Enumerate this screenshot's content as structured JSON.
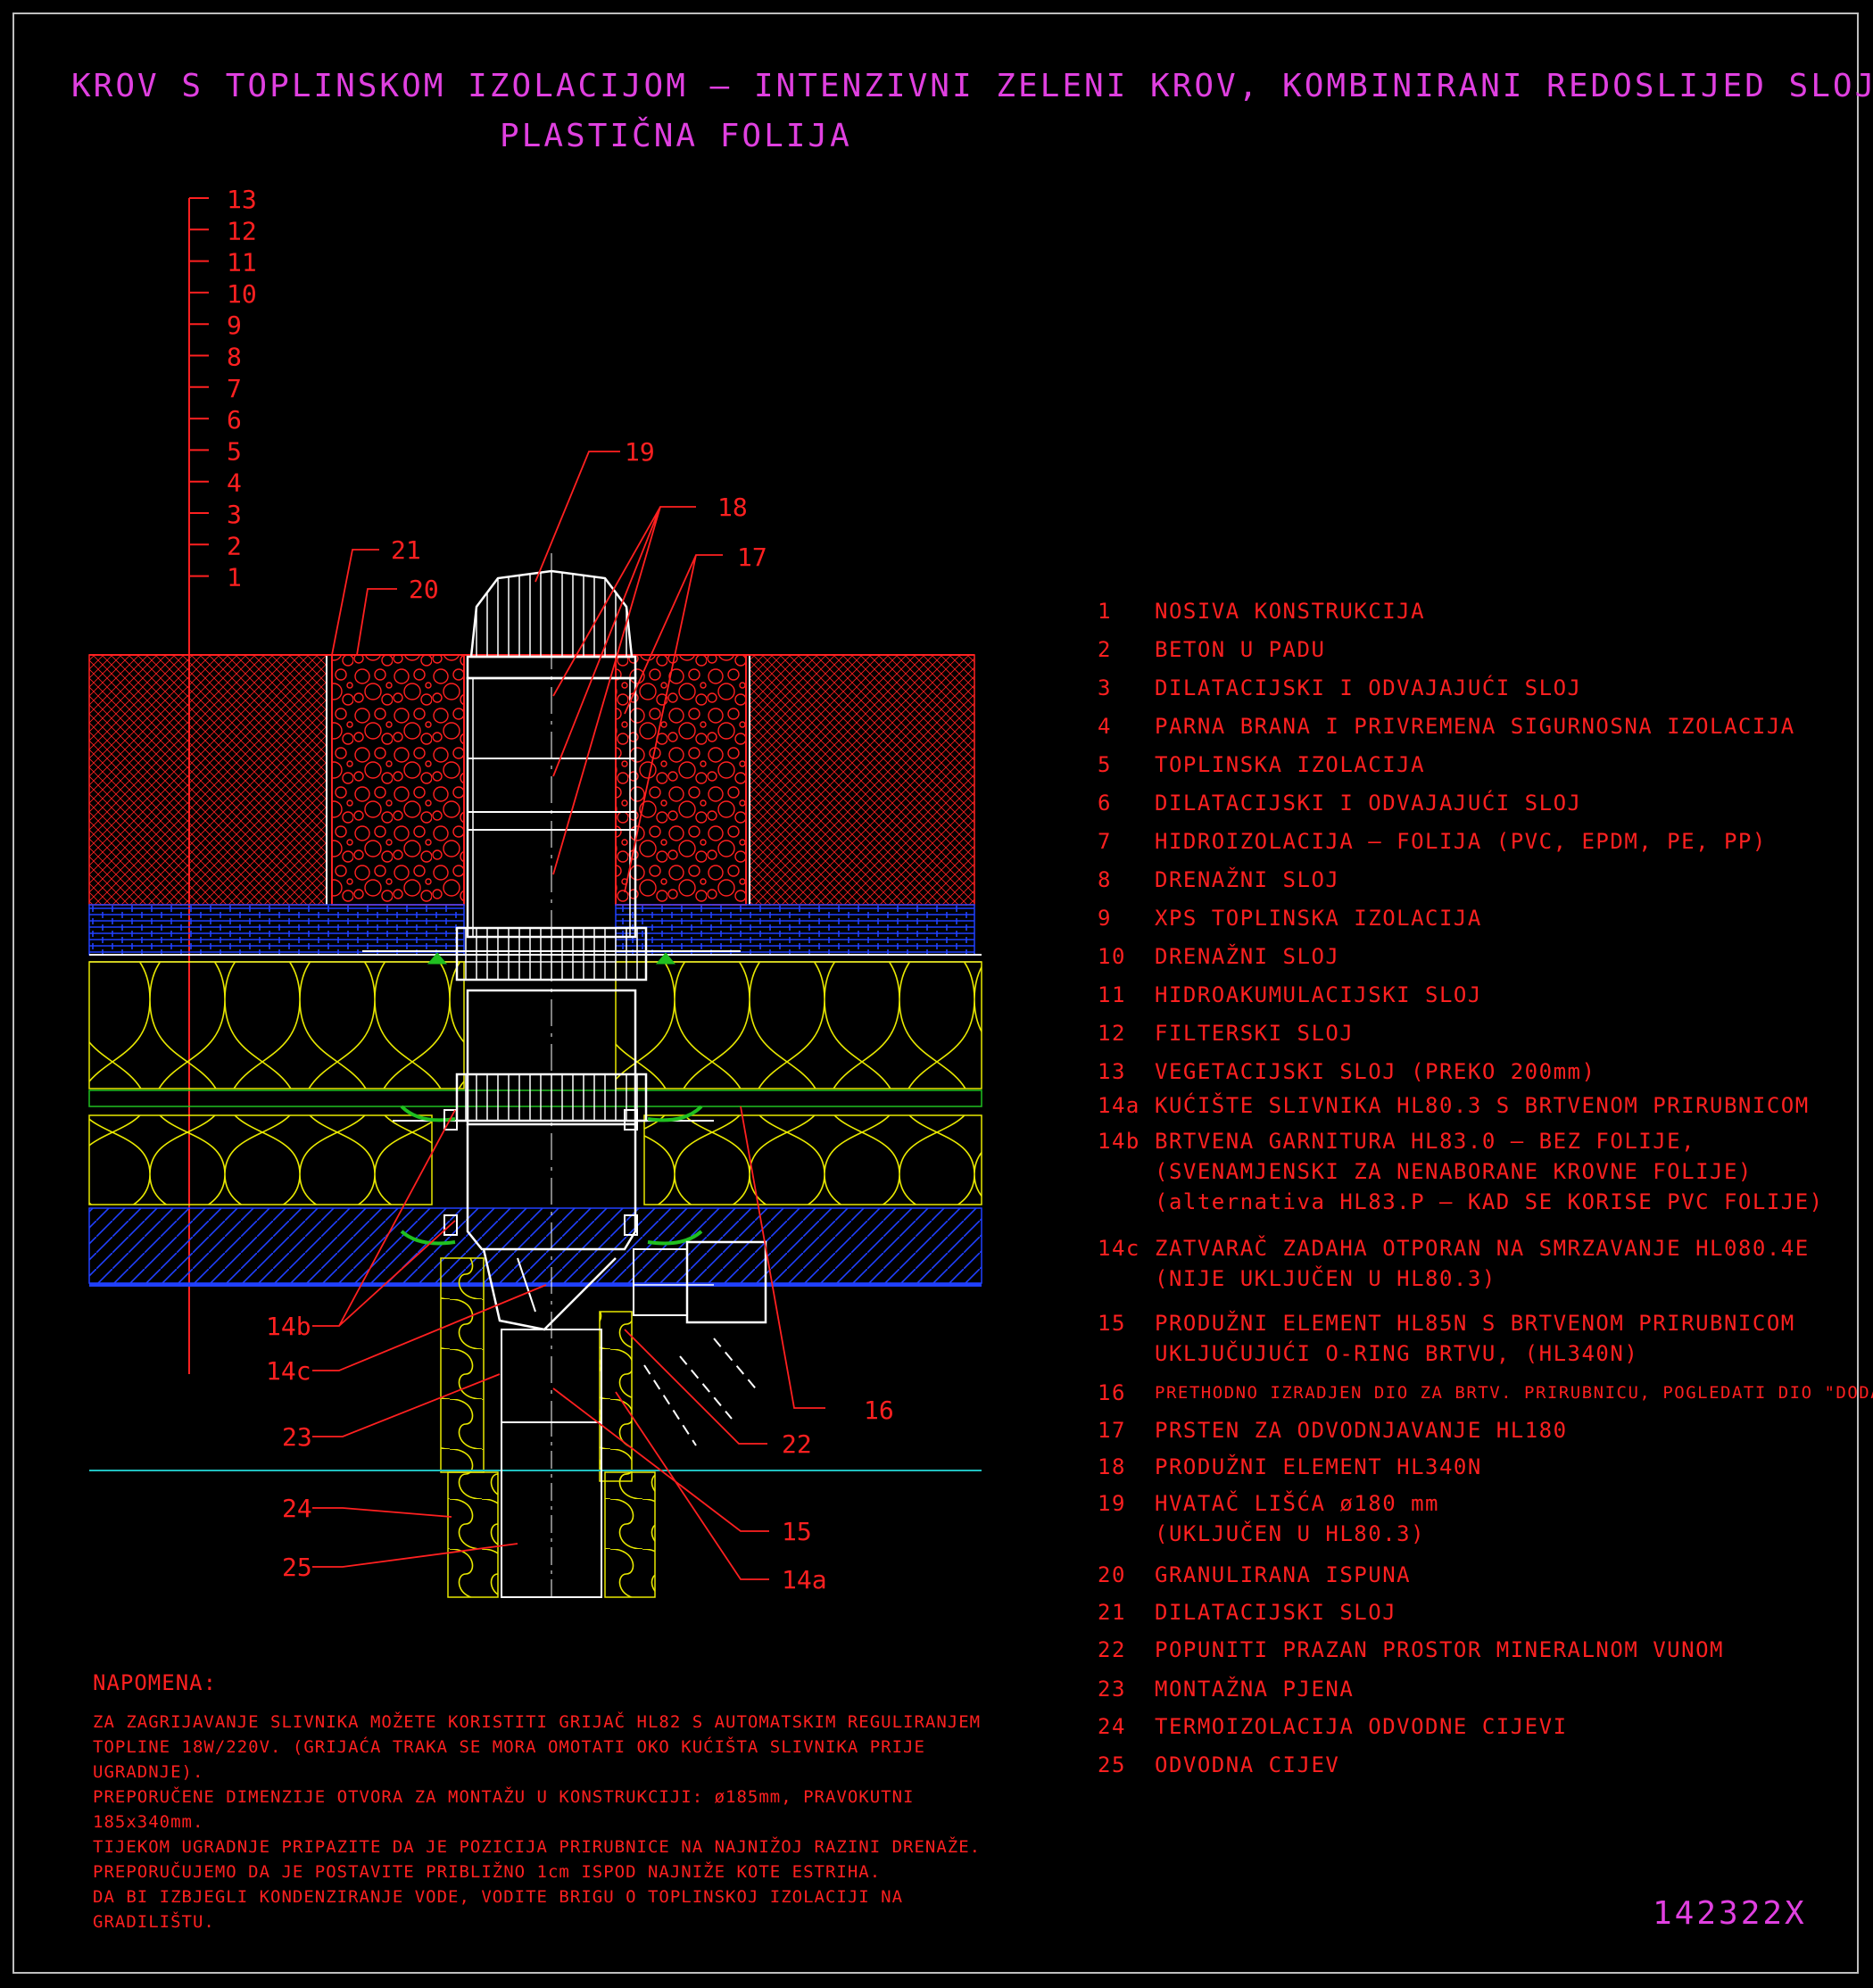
{
  "title": {
    "line1": "KROV S TOPLINSKOM IZOLACIJOM – INTENZIVNI ZELENI KROV, KOMBINIRANI REDOSLIJED SLOJEVA,",
    "line2": "PLASTIČNA FOLIJA"
  },
  "scale_numbers": [
    "13",
    "12",
    "11",
    "10",
    "9",
    "8",
    "7",
    "6",
    "5",
    "4",
    "3",
    "2",
    "1"
  ],
  "callouts": {
    "c19": "19",
    "c18": "18",
    "c17": "17",
    "c21": "21",
    "c20": "20",
    "c16": "16",
    "c22": "22",
    "c15": "15",
    "c14a": "14a",
    "c14b": "14b",
    "c14c": "14c",
    "c23": "23",
    "c24": "24",
    "c25": "25"
  },
  "legend": [
    {
      "num": "1",
      "lines": [
        "NOSIVA KONSTRUKCIJA"
      ]
    },
    {
      "num": "2",
      "lines": [
        "BETON U PADU"
      ]
    },
    {
      "num": "3",
      "lines": [
        "DILATACIJSKI I ODVAJAJUĆI SLOJ"
      ]
    },
    {
      "num": "4",
      "lines": [
        "PARNA BRANA I PRIVREMENA SIGURNOSNA IZOLACIJA"
      ]
    },
    {
      "num": "5",
      "lines": [
        "TOPLINSKA IZOLACIJA"
      ]
    },
    {
      "num": "6",
      "lines": [
        "DILATACIJSKI I ODVAJAJUĆI SLOJ"
      ]
    },
    {
      "num": "7",
      "lines": [
        "HIDROIZOLACIJA – FOLIJA (PVC, EPDM, PE, PP)"
      ]
    },
    {
      "num": "8",
      "lines": [
        "DRENAŽNI SLOJ"
      ]
    },
    {
      "num": "9",
      "lines": [
        "XPS TOPLINSKA IZOLACIJA"
      ]
    },
    {
      "num": "10",
      "lines": [
        "DRENAŽNI SLOJ"
      ]
    },
    {
      "num": "11",
      "lines": [
        "HIDROAKUMULACIJSKI SLOJ"
      ]
    },
    {
      "num": "12",
      "lines": [
        "FILTERSKI SLOJ"
      ]
    },
    {
      "num": "13",
      "lines": [
        "VEGETACIJSKI SLOJ (PREKO 200mm)"
      ]
    },
    {
      "num": "14a",
      "lines": [
        "KUĆIŠTE SLIVNIKA HL80.3 S BRTVENOM PRIRUBNICOM"
      ]
    },
    {
      "num": "14b",
      "lines": [
        "BRTVENA GARNITURA HL83.0 – BEZ FOLIJE,",
        "(SVENAMJENSKI ZA NENABORANE KROVNE FOLIJE)",
        "(alternativa HL83.P – KAD SE KORISE PVC FOLIJE)"
      ]
    },
    {
      "num": "14c",
      "lines": [
        "ZATVARAČ ZADAHA OTPORAN NA SMRZAVANJE HL080.4E",
        "(NIJE UKLJUČEN U HL80.3)"
      ]
    },
    {
      "num": "15",
      "lines": [
        "PRODUŽNI ELEMENT HL85N S BRTVENOM PRIRUBNICOM",
        "UKLJUČUJUĆI O-RING BRTVU, (HL340N)"
      ]
    },
    {
      "num": "16",
      "lines": [
        "PRETHODNO IZRADJEN DIO ZA BRTV. PRIRUBNICU, POGLEDATI DIO \"DODACI\""
      ]
    },
    {
      "num": "17",
      "lines": [
        "PRSTEN ZA ODVODNJAVANJE HL180"
      ]
    },
    {
      "num": "18",
      "lines": [
        "PRODUŽNI ELEMENT HL340N"
      ]
    },
    {
      "num": "19",
      "lines": [
        "HVATAČ LIŠĆA ø180 mm",
        "(UKLJUČEN U HL80.3)"
      ]
    },
    {
      "num": "20",
      "lines": [
        "GRANULIRANA ISPUNA"
      ]
    },
    {
      "num": "21",
      "lines": [
        "DILATACIJSKI SLOJ"
      ]
    },
    {
      "num": "22",
      "lines": [
        "POPUNITI PRAZAN PROSTOR MINERALNOM VUNOM"
      ]
    },
    {
      "num": "23",
      "lines": [
        "MONTAŽNA PJENA"
      ]
    },
    {
      "num": "24",
      "lines": [
        "TERMOIZOLACIJA ODVODNE CIJEVI"
      ]
    },
    {
      "num": "25",
      "lines": [
        "ODVODNA CIJEV"
      ]
    }
  ],
  "notes": {
    "title": "NAPOMENA:",
    "paragraphs": [
      "ZA ZAGRIJAVANJE SLIVNIKA MOŽETE KORISTITI GRIJAČ HL82 S AUTOMATSKIM REGULIRANJEM TOPLINE 18W/220V. (GRIJAĆA TRAKA SE MORA OMOTATI OKO KUĆIŠTA SLIVNIKA PRIJE UGRADNJE).",
      "PREPORUČENE DIMENZIJE OTVORA ZA MONTAŽU U KONSTRUKCIJI: ø185mm, PRAVOKUTNI 185x340mm.",
      "TIJEKOM UGRADNJE PRIPAZITE DA JE POZICIJA PRIRUBNICE NA NAJNIŽOJ RAZINI DRENAŽE. PREPORUČUJEMO DA JE POSTAVITE PRIBLIŽNO 1cm ISPOD NAJNIŽE KOTE ESTRIHA.",
      "DA BI IZBJEGLI KONDENZIRANJE VODE, VODITE BRIGU O TOPLINSKOJ IZOLACIJI NA GRADILIŠTU."
    ]
  },
  "drawing_code": "142322X",
  "colors": {
    "background": "#000000",
    "title": "#e040e0",
    "label": "#ff2020",
    "insulation": "#e8e800",
    "xps": "#2040ff",
    "pipe": "#ffffff",
    "flange": "#20c020",
    "line": "#20c0c0"
  }
}
